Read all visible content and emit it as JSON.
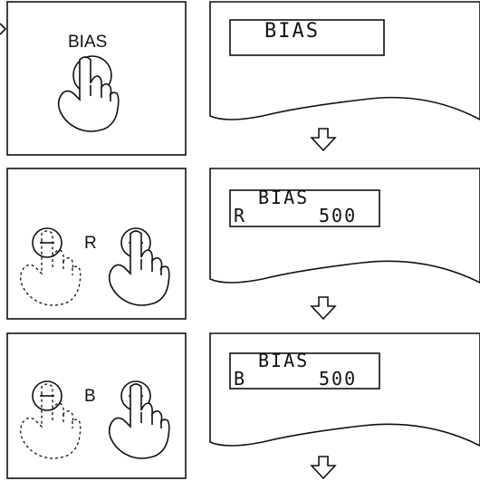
{
  "steps": [
    {
      "panel_label": "BIAS",
      "display_line1": "BIAS",
      "display_line2_left": "",
      "display_line2_right": ""
    },
    {
      "panel_label": "R",
      "display_line1": "BIAS",
      "display_line2_left": "R",
      "display_line2_right": "500"
    },
    {
      "panel_label": "B",
      "display_line1": "BIAS",
      "display_line2_left": "B",
      "display_line2_right": "500"
    }
  ],
  "icons": {
    "arrow": "down-outline-arrow",
    "hand": "pointing-hand"
  }
}
